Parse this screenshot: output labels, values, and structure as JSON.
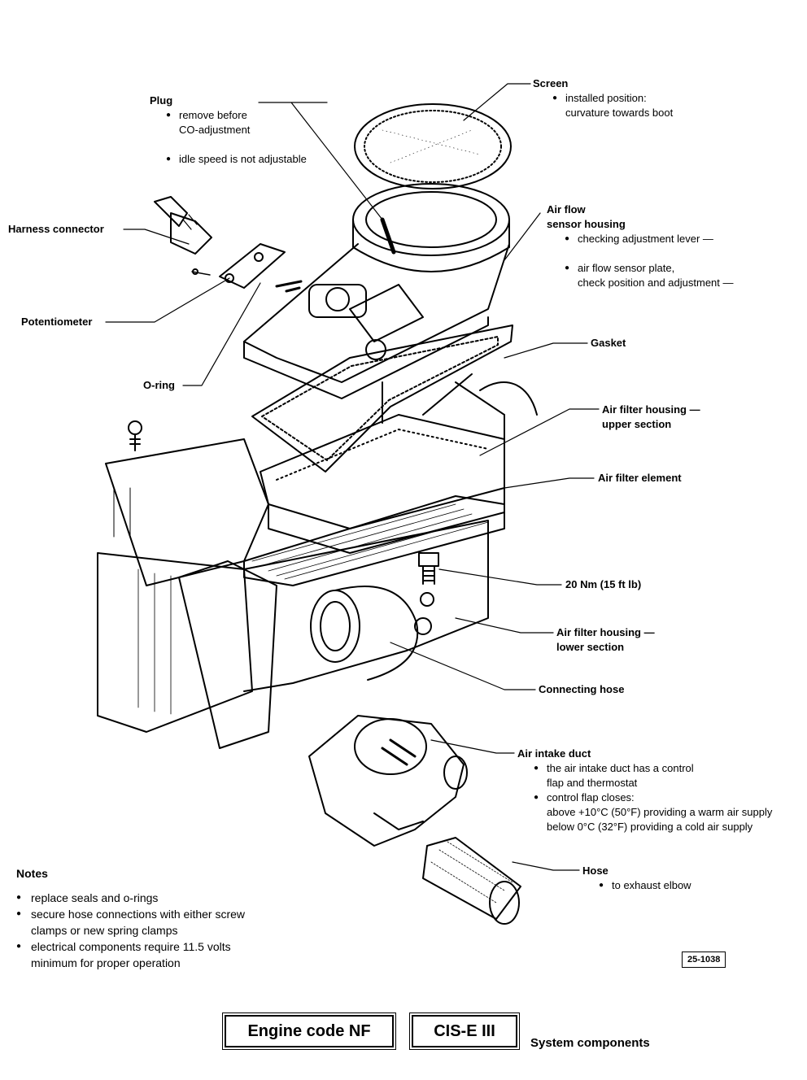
{
  "labels": {
    "screen": {
      "title": "Screen",
      "bullets": [
        "installed position:"
      ],
      "continuation": "curvature towards boot"
    },
    "plug": {
      "title": "Plug",
      "bullets": [
        "remove before",
        "idle speed is not adjustable"
      ],
      "continuation": "CO-adjustment"
    },
    "harness_connector": {
      "title": "Harness connector"
    },
    "air_flow_sensor_housing": {
      "title_line1": "Air flow",
      "title_line2": "sensor housing",
      "bullet1": "checking adjustment lever —",
      "bullet2": "air flow sensor plate,",
      "bullet2_cont": "check position and adjustment —"
    },
    "potentiometer": {
      "title": "Potentiometer"
    },
    "gasket": {
      "title": "Gasket"
    },
    "o_ring": {
      "title": "O-ring"
    },
    "air_filter_upper": {
      "title_line1": "Air filter housing —",
      "title_line2": "upper section"
    },
    "air_filter_element": {
      "title": "Air filter element"
    },
    "torque": {
      "title": "20 Nm (15 ft lb)"
    },
    "air_filter_lower": {
      "title_line1": "Air filter housing —",
      "title_line2": "lower section"
    },
    "connecting_hose": {
      "title": "Connecting hose"
    },
    "air_intake_duct": {
      "title": "Air intake duct",
      "bullet1": "the air intake duct has a control",
      "bullet1_cont": "flap and thermostat",
      "bullet2": "control flap closes:",
      "line_warm": "above  +10°C (50°F) providing a warm air supply",
      "line_cold": "below 0°C (32°F) providing a cold air supply"
    },
    "hose": {
      "title": "Hose",
      "bullet": "to exhaust elbow"
    }
  },
  "notes": {
    "title": "Notes",
    "item1": "replace seals and o-rings",
    "item2_line1": "secure hose connections with either screw",
    "item2_line2": "clamps or new spring clamps",
    "item3_line1": "electrical components require 11.5 volts",
    "item3_line2": "minimum for proper operation"
  },
  "reference_number": "25-1038",
  "footer": {
    "engine_code": "Engine code NF",
    "system": "CIS-E III",
    "section": "System components"
  }
}
